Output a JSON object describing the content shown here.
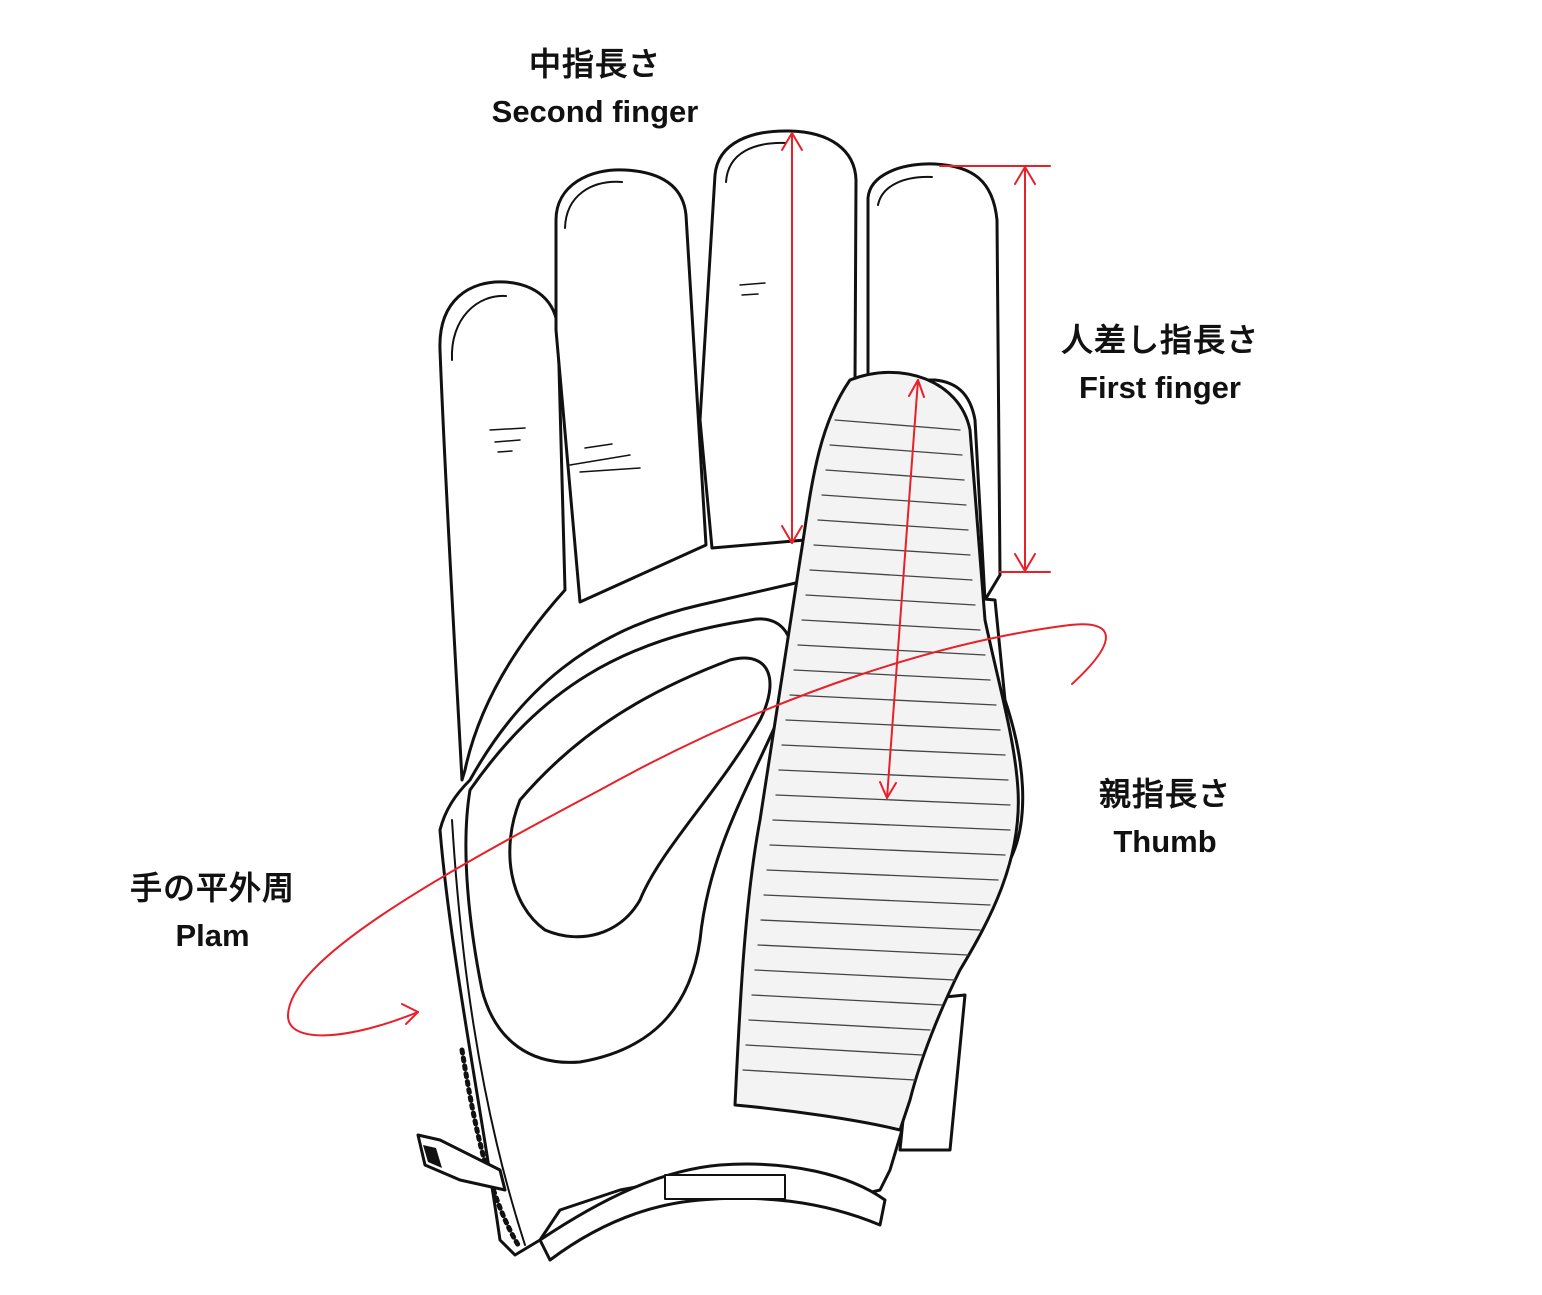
{
  "labels": {
    "second_finger": {
      "ja": "中指長さ",
      "en": "Second finger"
    },
    "first_finger": {
      "ja": "人差し指長さ",
      "en": "First finger"
    },
    "thumb": {
      "ja": "親指長さ",
      "en": "Thumb"
    },
    "palm": {
      "ja": "手の平外周",
      "en": "Plam"
    }
  },
  "colors": {
    "outline": "#111111",
    "measure": "#e8202a",
    "thumb_panel": "#f3f3f3",
    "background": "#ffffff"
  }
}
